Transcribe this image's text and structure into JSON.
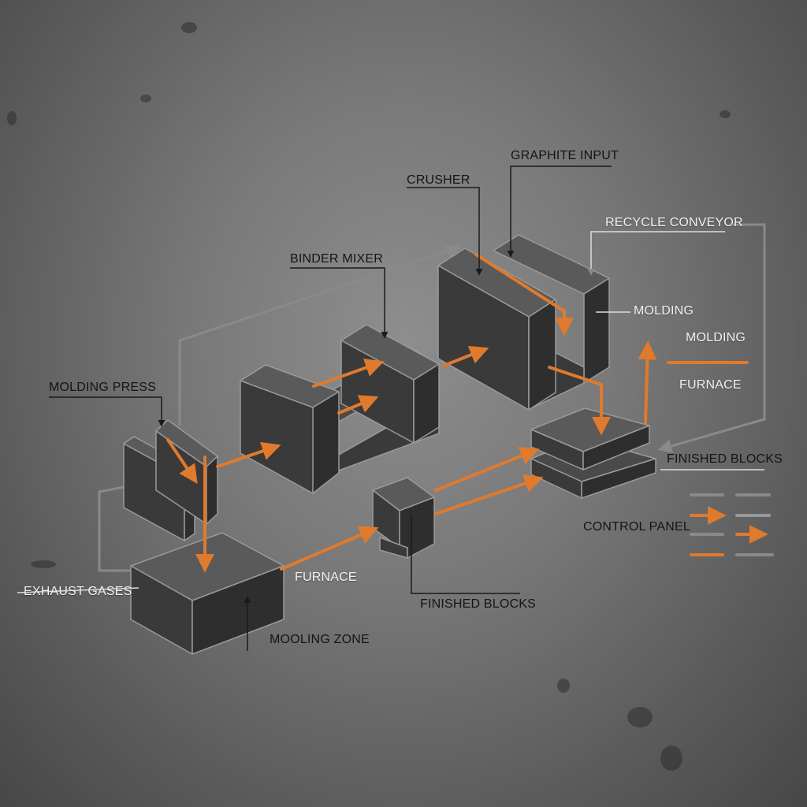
{
  "labels": {
    "graphite_input": "GRAPHITE INPUT",
    "crusher": "CRUSHER",
    "recycle_conveyor": "RECYCLE CONVEYOR",
    "binder_mixer": "BINDER MIXER",
    "molding_right": "MOLDING",
    "molding_legend": "MOLDING",
    "furnace_legend": "FURNACE",
    "molding_press": "MOLDING PRESS",
    "finished_blocks_right": "FINISHED BLOCKS",
    "control_panel": "CONTROL PANEL",
    "furnace_bottom": "FURNACE",
    "exhaust_gases": "EXHAUST GASES",
    "finished_blocks_bottom": "FINISHED BLOCKS",
    "mooling_zone": "MOOLING ZONE"
  },
  "colors": {
    "flow_orange": "#e07a2c",
    "gray_line": "#8a8a8a",
    "block_top": "#585858",
    "block_front": "#3a3a3a",
    "block_side": "#2e2e2e",
    "edge": "#9a9a9a"
  }
}
